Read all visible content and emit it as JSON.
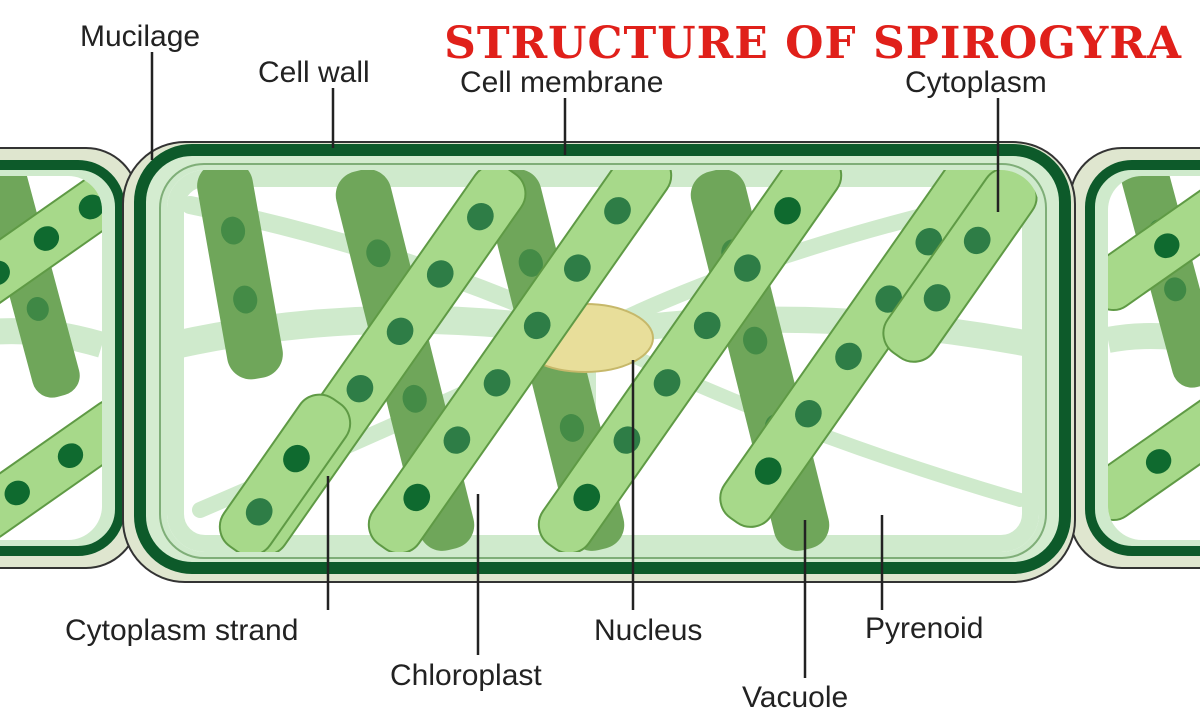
{
  "title": "STRUCTURE OF SPIROGYRA",
  "labels": {
    "mucilage": "Mucilage",
    "cell_wall": "Cell wall",
    "cell_membrane": "Cell membrane",
    "cytoplasm": "Cytoplasm",
    "cytoplasm_strand": "Cytoplasm strand",
    "chloroplast": "Chloroplast",
    "nucleus": "Nucleus",
    "pyrenoid": "Pyrenoid",
    "vacuole": "Vacuole"
  },
  "colors": {
    "title": "#e0201a",
    "mucilage": "#dfe6cf",
    "cell_wall": "#0d5a2a",
    "cytoplasm": "#cfeacc",
    "vacuole": "#ffffff",
    "chloroplast_front": "#a7d98a",
    "chloroplast_back": "#6fa65a",
    "pyrenoid": "#0f6a2f",
    "nucleus": "#e8de9a"
  }
}
